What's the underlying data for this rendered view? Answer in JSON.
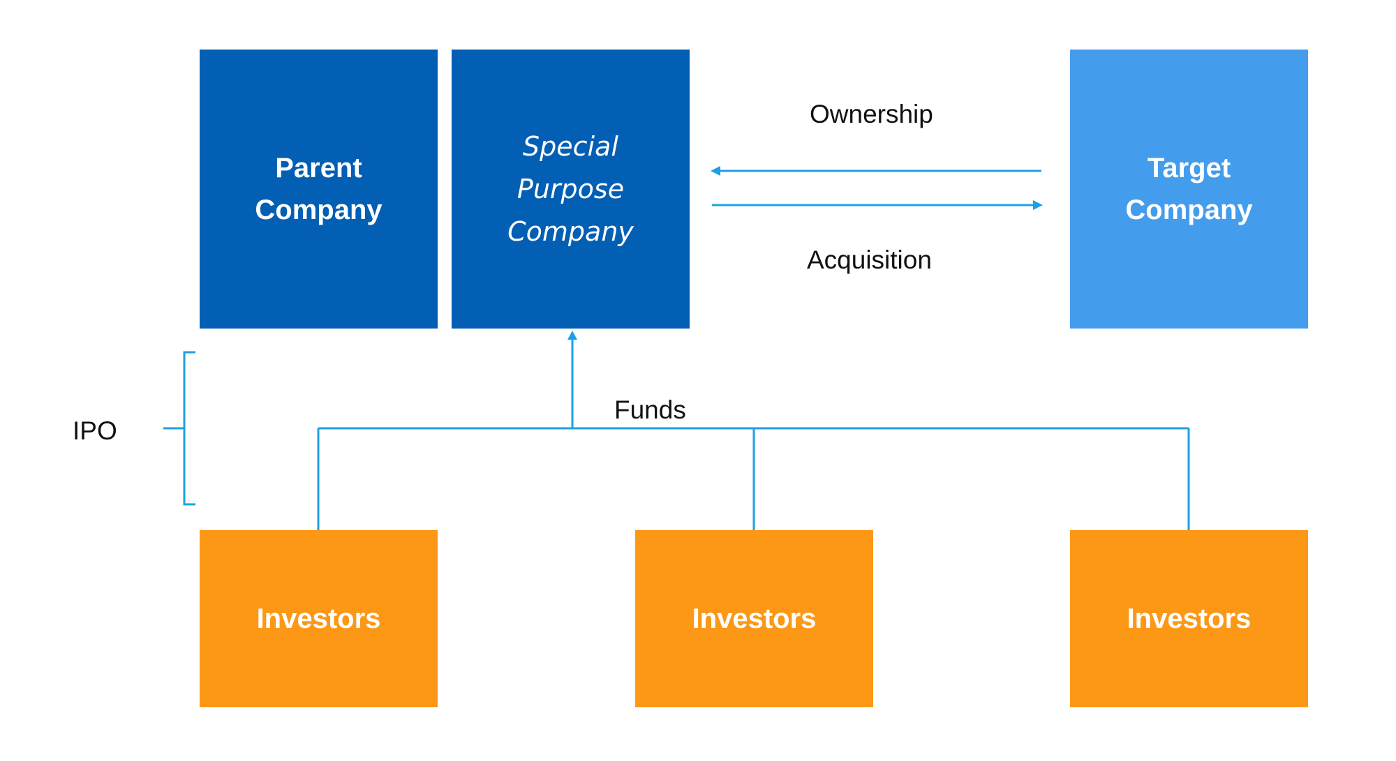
{
  "colors": {
    "dark_blue": "#025fb4",
    "light_blue": "#449ced",
    "orange": "#fc9816",
    "connector": "#1ea0e6",
    "label_text": "#111111",
    "box_text": "#ffffff"
  },
  "boxes": {
    "parent_company": {
      "lines": [
        "Parent",
        "Company"
      ]
    },
    "special_purpose_company": {
      "lines": [
        "Special",
        "Purpose",
        "Company"
      ]
    },
    "target_company": {
      "lines": [
        "Target",
        "Company"
      ]
    },
    "investors": [
      {
        "label": "Investors"
      },
      {
        "label": "Investors"
      },
      {
        "label": "Investors"
      }
    ]
  },
  "labels": {
    "ownership": "Ownership",
    "acquisition": "Acquisition",
    "funds": "Funds",
    "ipo": "IPO"
  },
  "flows": [
    {
      "from": "target_company",
      "to": "special_purpose_company",
      "label": "Ownership"
    },
    {
      "from": "special_purpose_company",
      "to": "target_company",
      "label": "Acquisition"
    },
    {
      "from": "investors",
      "to": "special_purpose_company",
      "label": "Funds"
    }
  ]
}
